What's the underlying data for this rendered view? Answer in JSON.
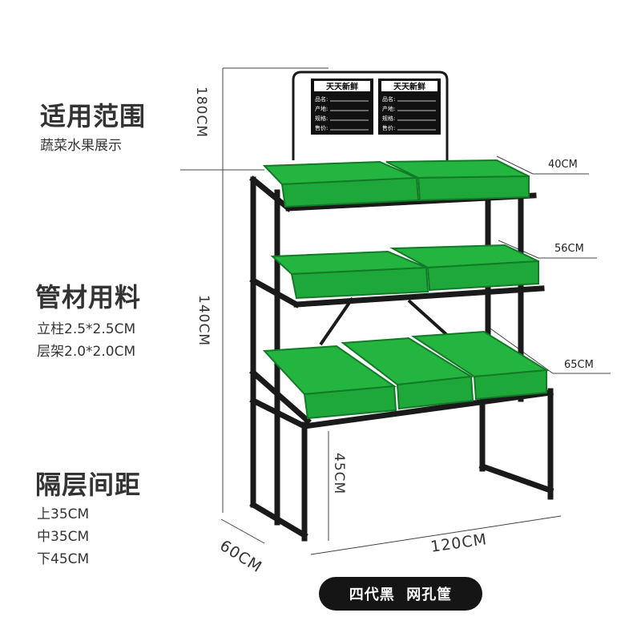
{
  "sections": {
    "usage": {
      "title": "适用范围",
      "text": "蔬菜水果展示"
    },
    "material": {
      "title": "管材用料",
      "lines": [
        "立柱2.5*2.5CM",
        "层架2.0*2.0CM"
      ]
    },
    "spacing": {
      "title": "隔层间距",
      "lines": [
        "上35CM",
        "中35CM",
        "下45CM"
      ]
    }
  },
  "dimensions": {
    "total_height": "180CM",
    "shelf_height": "140CM",
    "leg_height": "45CM",
    "depth": "60CM",
    "width": "120CM",
    "top_tier": "40CM",
    "middle_tier": "56CM",
    "bottom_tier": "65CM"
  },
  "signs": [
    {
      "title": "天天新鲜",
      "rows": [
        "品名:",
        "产地:",
        "规格:",
        "售价:"
      ]
    },
    {
      "title": "天天新鲜",
      "rows": [
        "品名:",
        "产地:",
        "规格:",
        "售价:"
      ]
    }
  ],
  "product_label": "四代黑  网孔筐",
  "colors": {
    "frame": "#1a1a1a",
    "basket": "#1fa83a",
    "basket_dark": "#137a27",
    "pill": "#151515"
  }
}
